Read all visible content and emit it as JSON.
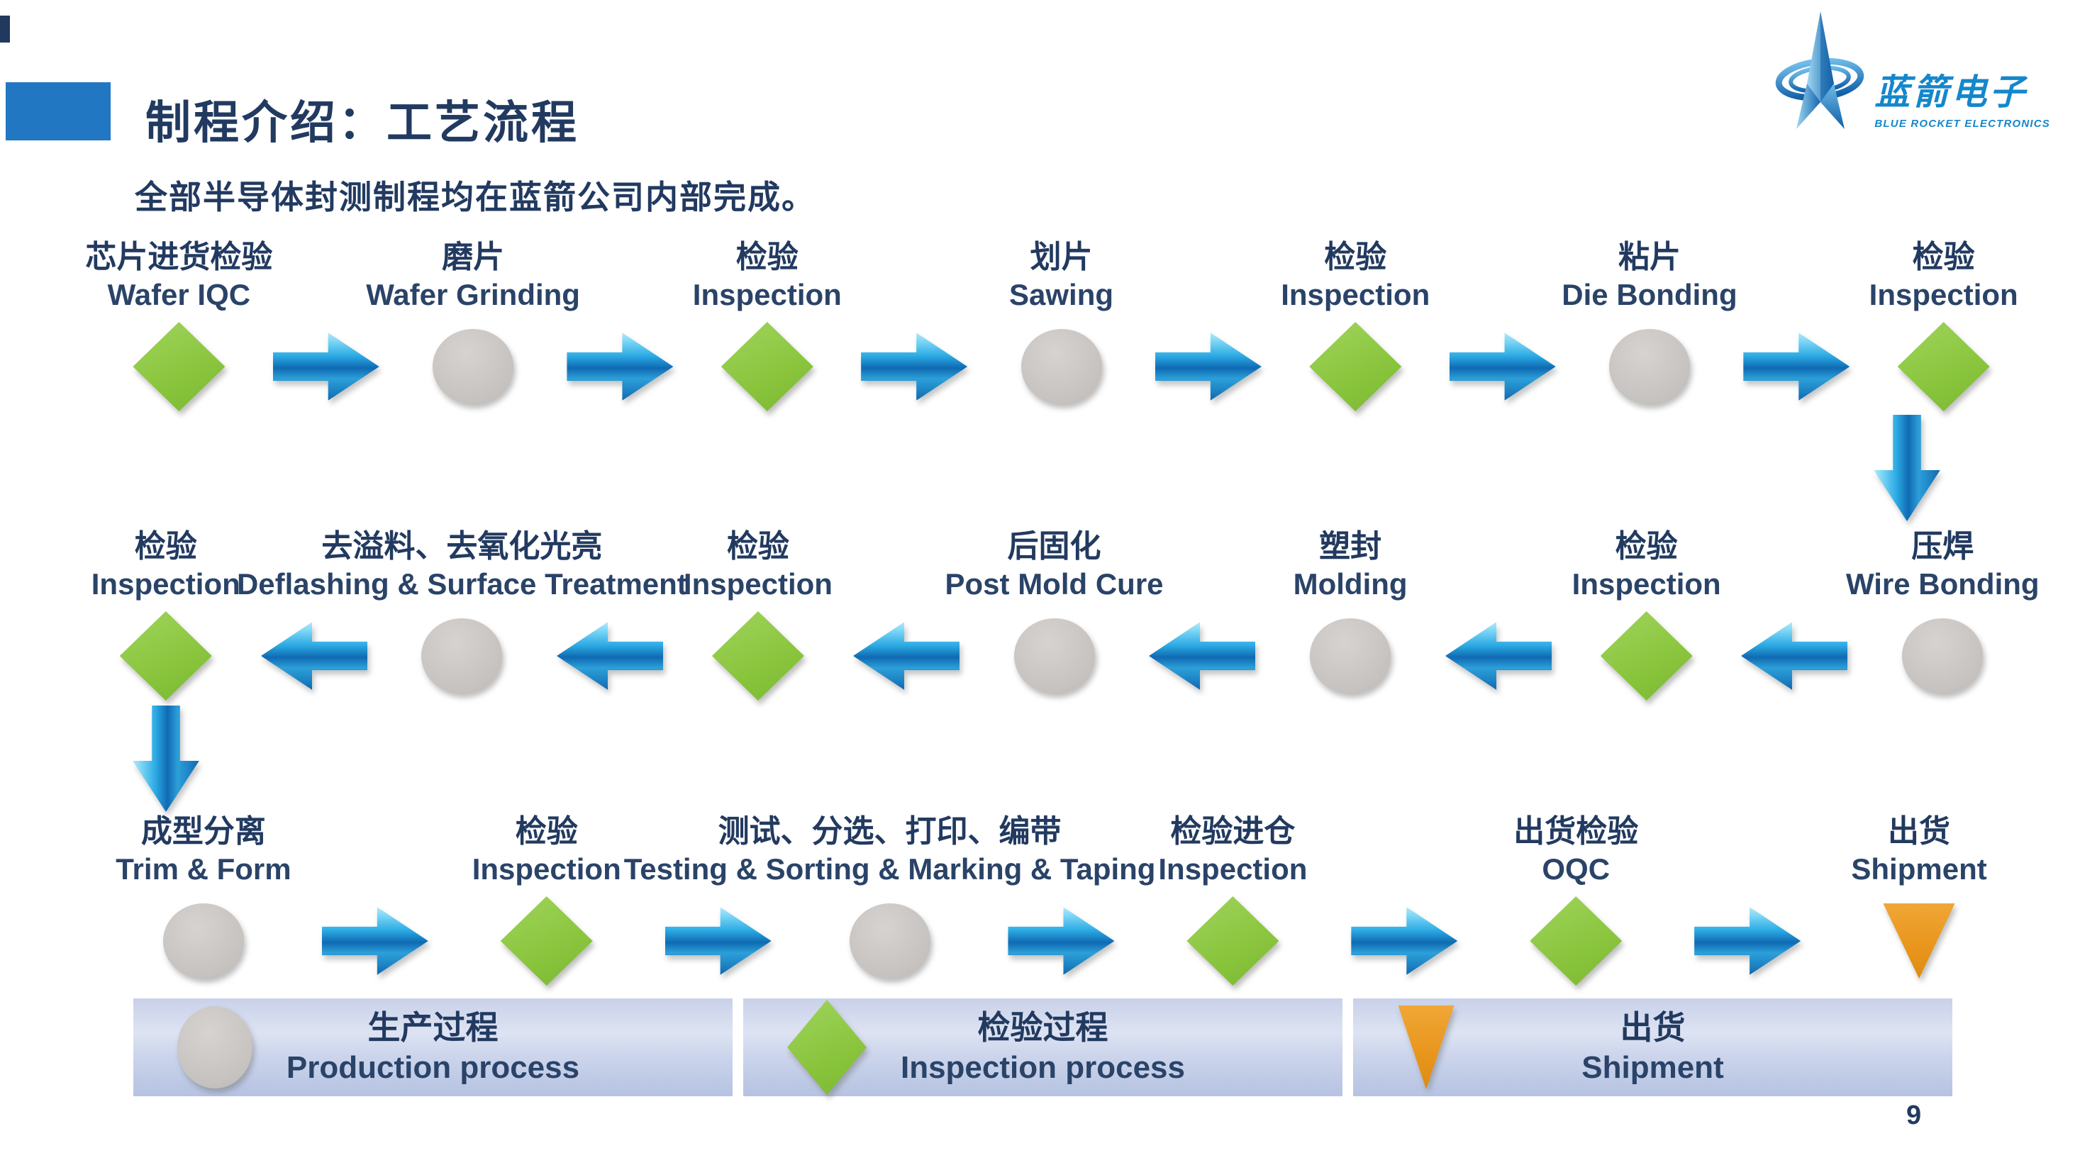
{
  "slide": {
    "title": "制程介绍：工艺流程",
    "subtitle": "全部半导体封测制程均在蓝箭公司内部完成。",
    "page_number": "9"
  },
  "logo": {
    "name_zh": "蓝箭电子",
    "name_en": "BLUE ROCKET ELECTRONICS"
  },
  "colors": {
    "navy_text": "#223a60",
    "accent_blue": "#2277c3",
    "logo_blue": "#1487cb",
    "process_gray": "#c6c2bf",
    "inspection_green": "#8cc63f",
    "shipment_orange": "#e8951c",
    "arrow_blue_light": "#7ed7f6",
    "arrow_blue_dark": "#0f6ab2",
    "legend_bg": "#c9d1ea"
  },
  "flow": {
    "rows": [
      {
        "direction": "right",
        "steps": [
          {
            "zh": "芯片进货检验",
            "en": "Wafer IQC",
            "type": "diamond"
          },
          {
            "zh": "磨片",
            "en": "Wafer Grinding",
            "type": "circle"
          },
          {
            "zh": "检验",
            "en": "Inspection",
            "type": "diamond"
          },
          {
            "zh": "划片",
            "en": "Sawing",
            "type": "circle"
          },
          {
            "zh": "检验",
            "en": "Inspection",
            "type": "diamond"
          },
          {
            "zh": "粘片",
            "en": "Die Bonding",
            "type": "circle"
          },
          {
            "zh": "检验",
            "en": "Inspection",
            "type": "diamond"
          }
        ]
      },
      {
        "direction": "left",
        "steps": [
          {
            "zh": "检验",
            "en": "Inspection",
            "type": "diamond"
          },
          {
            "zh": "去溢料、去氧化光亮",
            "en": "Deflashing & Surface Treatment",
            "type": "circle"
          },
          {
            "zh": "检验",
            "en": "Inspection",
            "type": "diamond"
          },
          {
            "zh": "后固化",
            "en": "Post Mold Cure",
            "type": "circle"
          },
          {
            "zh": "塑封",
            "en": "Molding",
            "type": "circle"
          },
          {
            "zh": "检验",
            "en": "Inspection",
            "type": "diamond"
          },
          {
            "zh": "压焊",
            "en": "Wire Bonding",
            "type": "circle"
          }
        ]
      },
      {
        "direction": "right",
        "steps": [
          {
            "zh": "成型分离",
            "en": "Trim & Form",
            "type": "circle"
          },
          {
            "zh": "检验",
            "en": "Inspection",
            "type": "diamond"
          },
          {
            "zh": "测试、分选、打印、编带",
            "en": "Testing & Sorting & Marking & Taping",
            "type": "circle"
          },
          {
            "zh": "检验进仓",
            "en": "Inspection",
            "type": "diamond"
          },
          {
            "zh": "出货检验",
            "en": "OQC",
            "type": "diamond"
          },
          {
            "zh": "出货",
            "en": "Shipment",
            "type": "tri"
          }
        ]
      }
    ]
  },
  "legend": [
    {
      "shape": "circle",
      "zh": "生产过程",
      "en": "Production process"
    },
    {
      "shape": "diamond",
      "zh": "检验过程",
      "en": "Inspection process"
    },
    {
      "shape": "tri",
      "zh": "出货",
      "en": "Shipment"
    }
  ]
}
